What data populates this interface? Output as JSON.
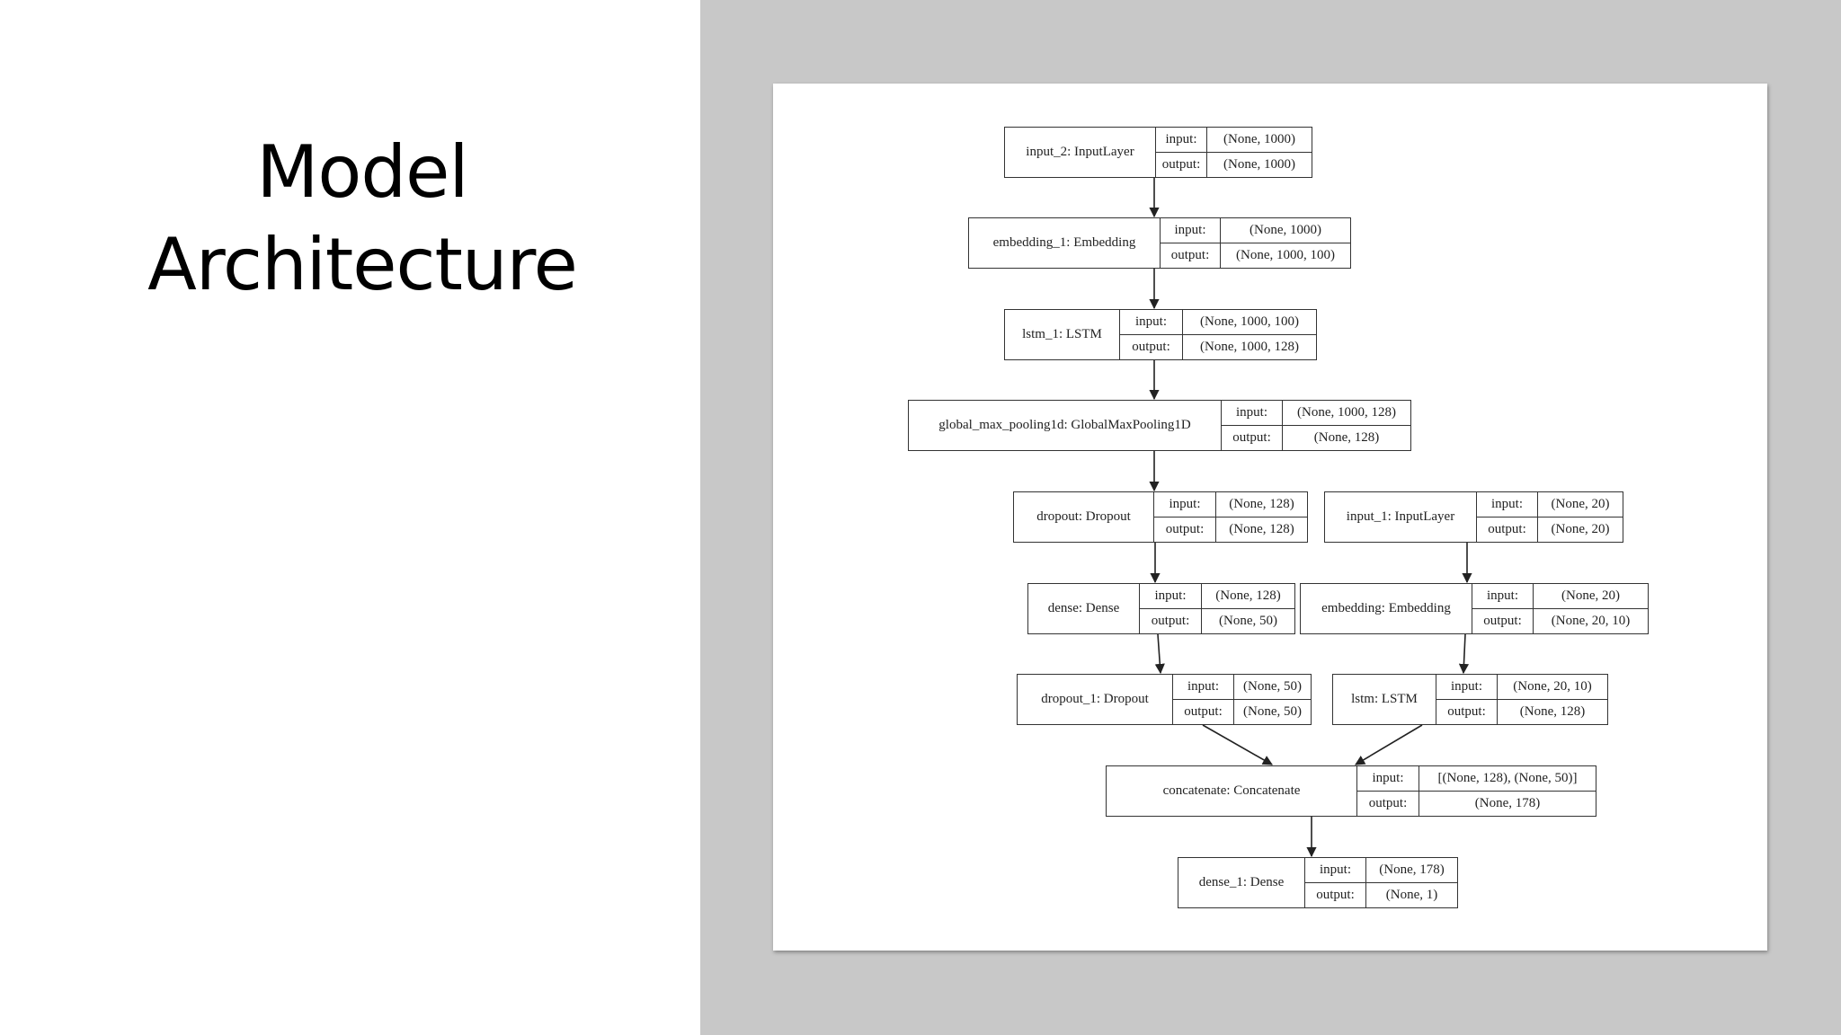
{
  "slide": {
    "title_line1": "Model",
    "title_line2": "Architecture"
  },
  "diagram": {
    "port_labels": {
      "input": "input:",
      "output": "output:"
    },
    "nodes": [
      {
        "id": "input_2",
        "name": "input_2: InputLayer",
        "input": "(None, 1000)",
        "output": "(None, 1000)"
      },
      {
        "id": "embedding_1",
        "name": "embedding_1: Embedding",
        "input": "(None, 1000)",
        "output": "(None, 1000, 100)"
      },
      {
        "id": "lstm_1",
        "name": "lstm_1: LSTM",
        "input": "(None, 1000, 100)",
        "output": "(None, 1000, 128)"
      },
      {
        "id": "global_max_pooling1d",
        "name": "global_max_pooling1d: GlobalMaxPooling1D",
        "input": "(None, 1000, 128)",
        "output": "(None, 128)"
      },
      {
        "id": "dropout",
        "name": "dropout: Dropout",
        "input": "(None, 128)",
        "output": "(None, 128)"
      },
      {
        "id": "input_1",
        "name": "input_1: InputLayer",
        "input": "(None, 20)",
        "output": "(None, 20)"
      },
      {
        "id": "dense",
        "name": "dense: Dense",
        "input": "(None, 128)",
        "output": "(None, 50)"
      },
      {
        "id": "embedding",
        "name": "embedding: Embedding",
        "input": "(None, 20)",
        "output": "(None, 20, 10)"
      },
      {
        "id": "dropout_1",
        "name": "dropout_1: Dropout",
        "input": "(None, 50)",
        "output": "(None, 50)"
      },
      {
        "id": "lstm",
        "name": "lstm: LSTM",
        "input": "(None, 20, 10)",
        "output": "(None, 128)"
      },
      {
        "id": "concatenate",
        "name": "concatenate: Concatenate",
        "input": "[(None, 128), (None, 50)]",
        "output": "(None, 178)"
      },
      {
        "id": "dense_1",
        "name": "dense_1: Dense",
        "input": "(None, 178)",
        "output": "(None, 1)"
      }
    ],
    "edges": [
      [
        "input_2",
        "embedding_1"
      ],
      [
        "embedding_1",
        "lstm_1"
      ],
      [
        "lstm_1",
        "global_max_pooling1d"
      ],
      [
        "global_max_pooling1d",
        "dropout"
      ],
      [
        "dropout",
        "dense"
      ],
      [
        "dense",
        "dropout_1"
      ],
      [
        "input_1",
        "embedding"
      ],
      [
        "embedding",
        "lstm"
      ],
      [
        "dropout_1",
        "concatenate"
      ],
      [
        "lstm",
        "concatenate"
      ],
      [
        "concatenate",
        "dense_1"
      ]
    ]
  }
}
